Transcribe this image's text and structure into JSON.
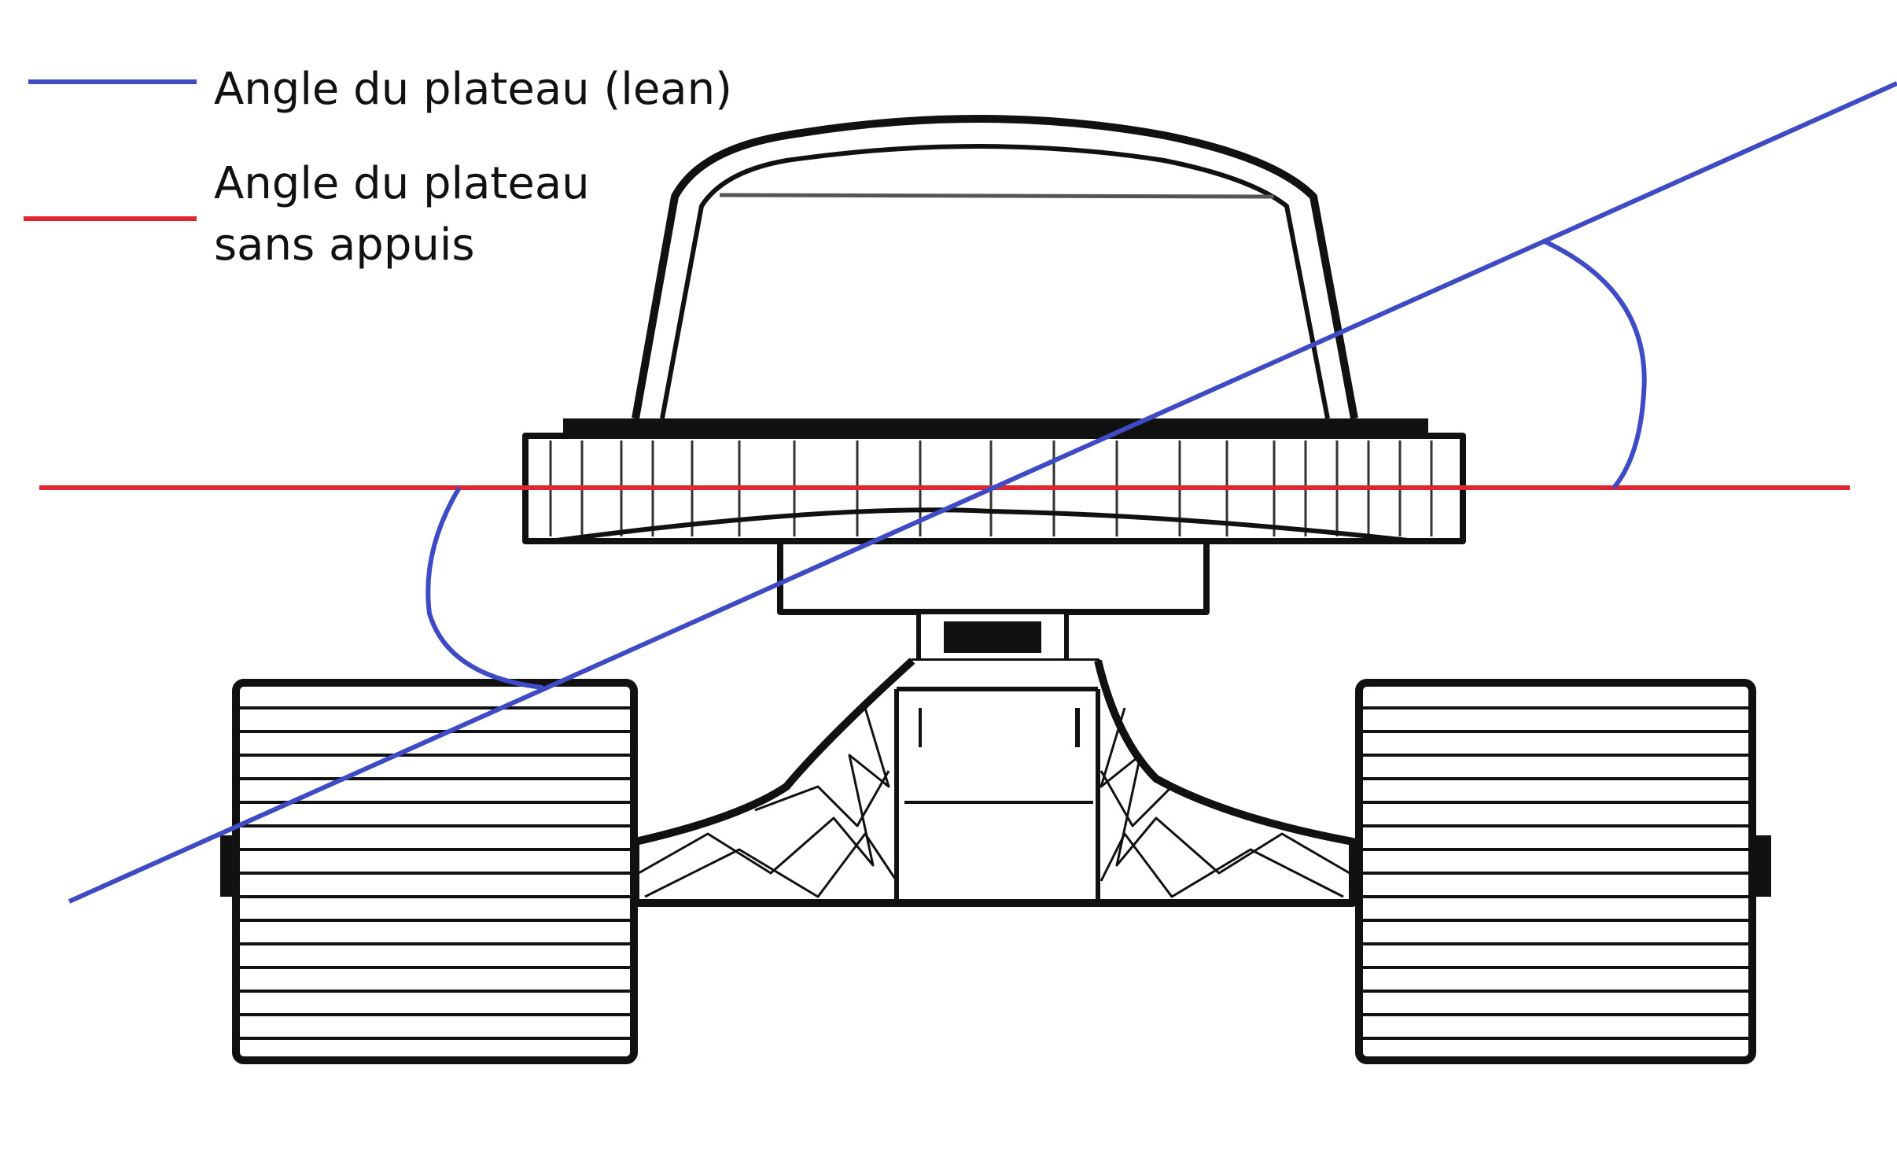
{
  "legend": {
    "lean_label": "Angle du plateau (lean)",
    "neutral_label_line1": "Angle du plateau",
    "neutral_label_line2": "sans appuis"
  },
  "colors": {
    "lean_line": "#3f4bc4",
    "neutral_line": "#e02630",
    "drawing": "#111111",
    "background": "#ffffff"
  }
}
